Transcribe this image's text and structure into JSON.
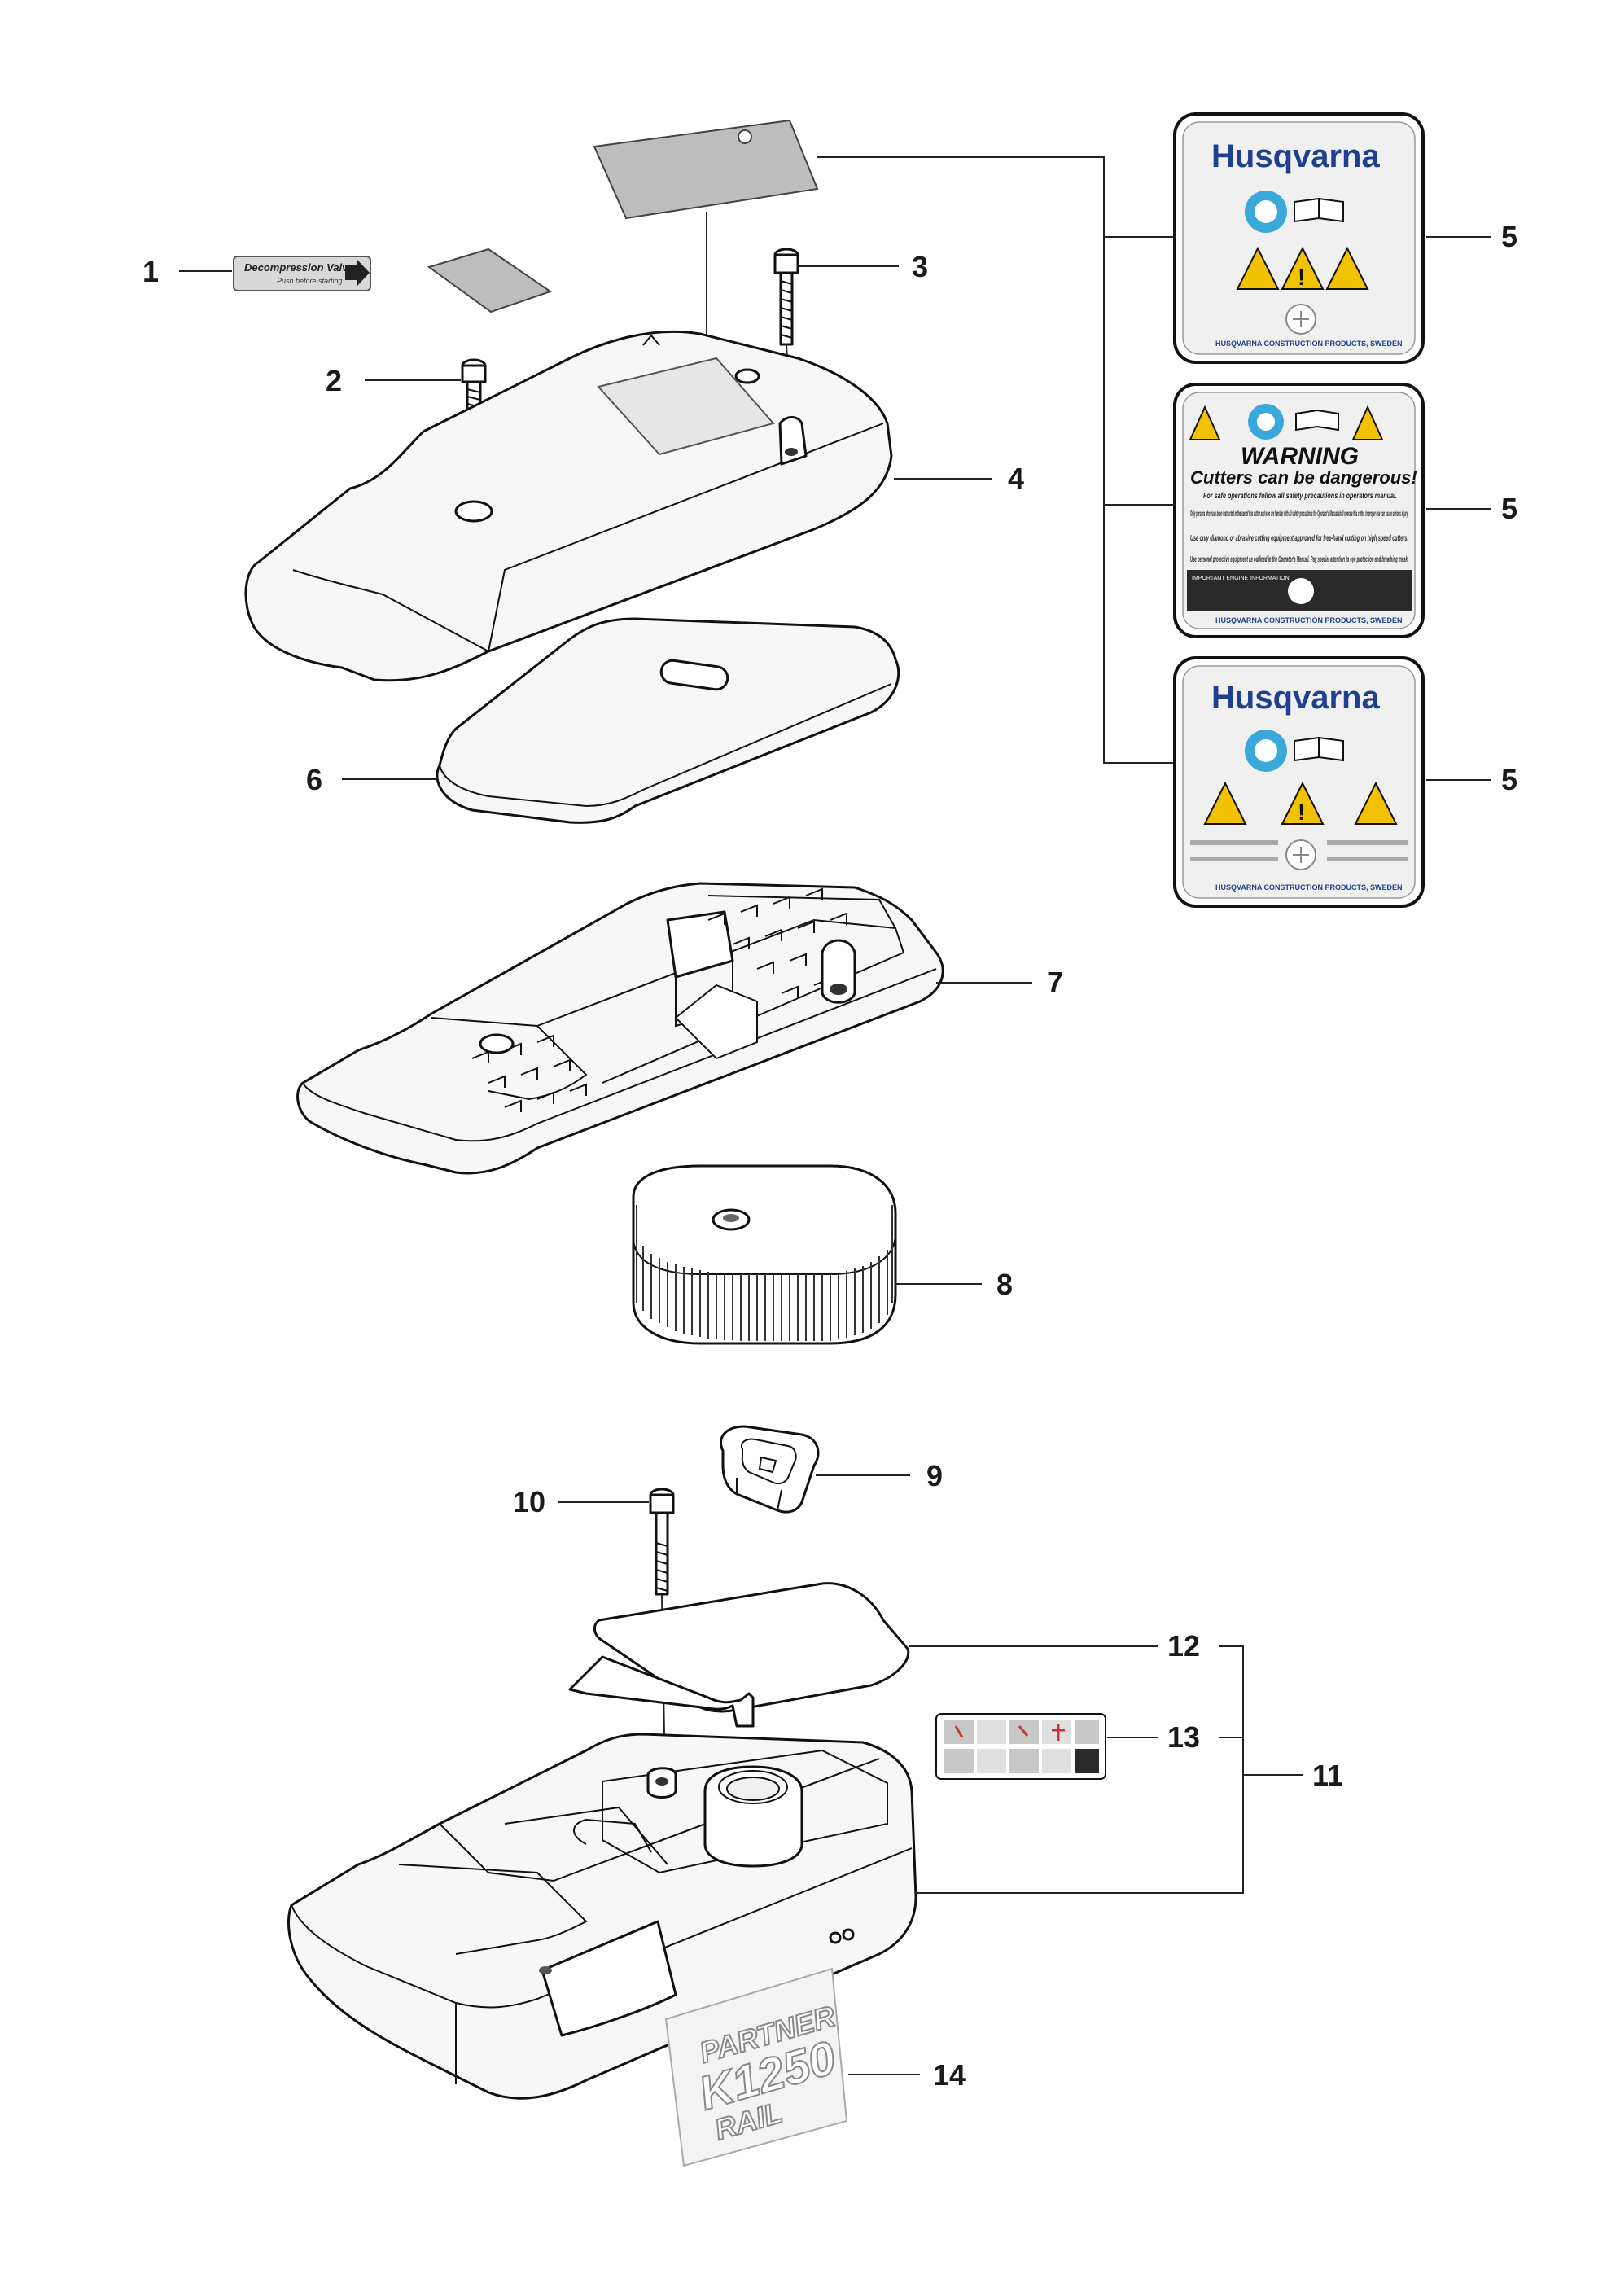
{
  "callouts": [
    "1",
    "2",
    "3",
    "4",
    "5",
    "5",
    "5",
    "6",
    "7",
    "8",
    "9",
    "10",
    "12",
    "13",
    "11",
    "14"
  ],
  "decal_top": {
    "brand": "Husqvarna",
    "footer": "HUSQVARNA CONSTRUCTION PRODUCTS, SWEDEN"
  },
  "decal_warning": {
    "title": "WARNING",
    "subtitle": "Cutters can be dangerous!",
    "lead": "For safe operations follow all safety precautions in operators manual.",
    "bullets": [
      "Only persons who have been instructed in the use of this cutter and who are familiar with all safety precautions the Operator's Manual shall operate this cutter. Improper use can cause serious injury.",
      "Use only diamond or abrasive cutting equipment approved for free-hand cutting on high speed cutters.",
      "Use personal protective equipment as outlined in the Operator's Manual. Pay special attention to eye protection and breathing mask."
    ],
    "engine_info": "IMPORTANT ENGINE INFORMATION",
    "footer": "HUSQVARNA CONSTRUCTION PRODUCTS, SWEDEN"
  },
  "decal_bottom": {
    "brand": "Husqvarna",
    "footer": "HUSQVARNA CONSTRUCTION PRODUCTS, SWEDEN"
  },
  "valve_label": {
    "title": "Decompression Valve",
    "subtitle": "Push before starting"
  },
  "model_decal": {
    "line1": "PARTNER",
    "line2": "K1250",
    "line3": "RAIL"
  },
  "colors": {
    "brand_blue": "#1f3f8f",
    "warning_yellow": "#f2c200",
    "label_grey": "#d8d8d8",
    "line": "#222222"
  }
}
